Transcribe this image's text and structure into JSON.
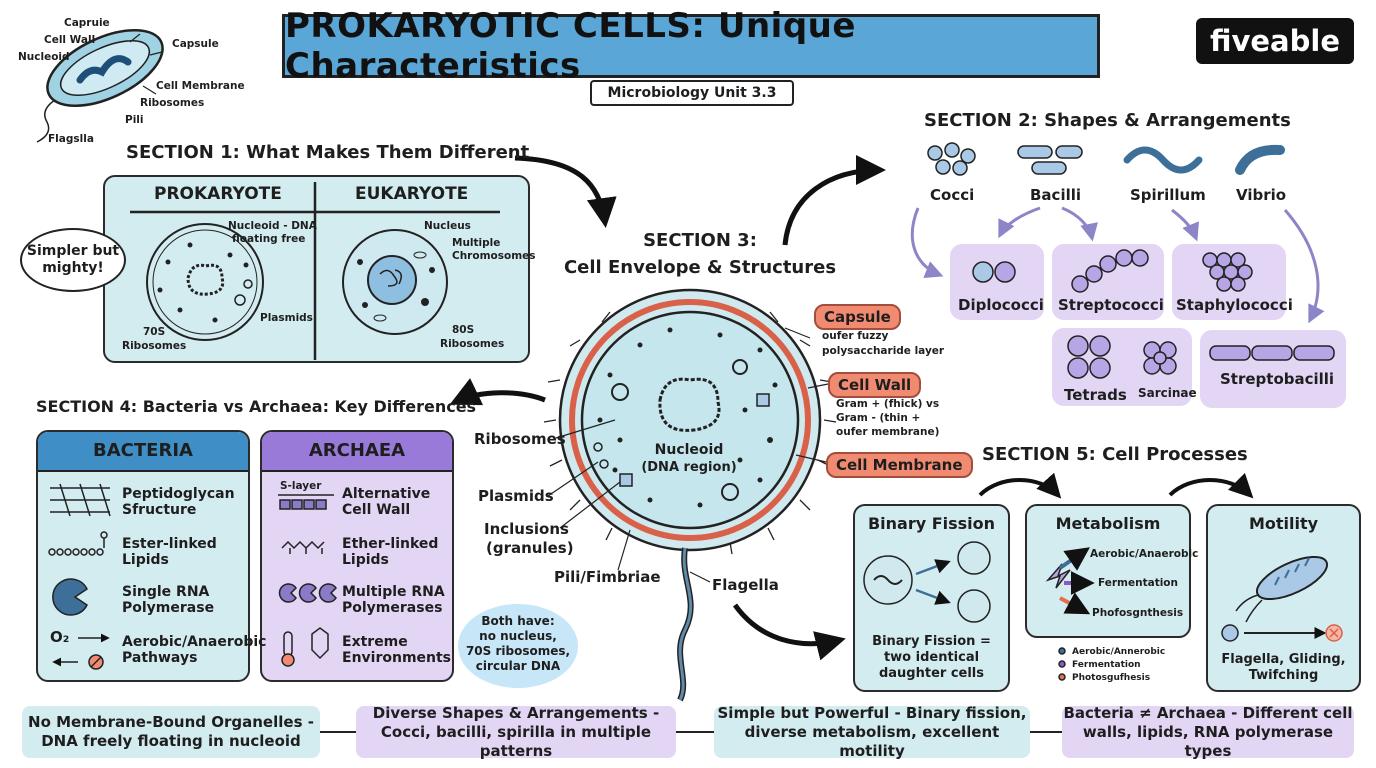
{
  "brand": "fiveable",
  "title": "PROKARYOTIC CELLS: Unique Characteristics",
  "subtitle": "Microbiology Unit 3.3",
  "mini_cell": {
    "labels": [
      "Capruie",
      "Cell Wall",
      "Nucleoid",
      "Capsule",
      "Cell Membrane",
      "Ribosomes",
      "Pili",
      "Flagslla"
    ]
  },
  "section1": {
    "heading": "SECTION 1: What Makes Them Different",
    "col_left": "PROKARYOTE",
    "col_right": "EUKARYOTE",
    "pro_labels": [
      "Nucleoid - DNA",
      "floating free",
      "Plasmids",
      "70S",
      "Ribosomes"
    ],
    "eu_labels": [
      "Nucleus",
      "Multiple",
      "Chromosomes",
      "80S",
      "Ribosomes"
    ],
    "bubble_line1": "Simpler but",
    "bubble_line2": "mighty!"
  },
  "section2": {
    "heading": "SECTION 2: Shapes & Arrangements",
    "shapes": [
      "Cocci",
      "Bacilli",
      "Spirillum",
      "Vibrio"
    ],
    "arrangements": [
      "Diplococci",
      "Streptococci",
      "Staphylococci",
      "Tetrads",
      "Sarcinae",
      "Streptobacilli"
    ]
  },
  "section3": {
    "heading_line1": "SECTION 3:",
    "heading_line2": "Cell Envelope & Structures",
    "nucleoid_line1": "Nucleoid",
    "nucleoid_line2": "(DNA region)",
    "left_labels": [
      "Ribosomes",
      "Plasmids",
      "Inclusions",
      "(granules)",
      "Pili/Fimbriae",
      "Flagella"
    ],
    "capsule": "Capsule",
    "capsule_desc1": "oufer fuzzy",
    "capsule_desc2": "polysaccharide layer",
    "cell_wall": "Cell Wall",
    "wall_desc": [
      "Gram + (fhick) vs",
      "Gram - (thin +",
      "oufer membrane)"
    ],
    "cell_membrane": "Cell Membrane"
  },
  "section4": {
    "heading": "SECTION 4: Bacteria vs Archaea: Key Differences",
    "bacteria_title": "BACTERIA",
    "bacteria_items": [
      [
        "Peptidoglycan",
        "Sfructure"
      ],
      [
        "Ester-linked",
        "Lipids"
      ],
      [
        "Single RNA",
        "Polymerase"
      ],
      [
        "Aerobic/Anaerobic",
        "Pathways"
      ]
    ],
    "o2": "O₂",
    "archaea_title": "ARCHAEA",
    "slayer": "S-layer",
    "archaea_items": [
      [
        "Alternative",
        "Cell Wall"
      ],
      [
        "Ether-linked",
        "Lipids"
      ],
      [
        "Multiple RNA",
        "Polymerases"
      ],
      [
        "Extreme",
        "Environments"
      ]
    ],
    "both": [
      "Both have:",
      "no nucleus,",
      "70S ribosomes,",
      "circular DNA"
    ]
  },
  "section5": {
    "heading": "SECTION 5: Cell Processes",
    "fission_title": "Binary Fission",
    "fission_caption": [
      "Binary Fission =",
      "two identical",
      "daughter cells"
    ],
    "metabolism_title": "Metabolism",
    "metabolism_items": [
      "Aerobic/Anaerobic",
      "Fermentation",
      "Phofosgnthesis"
    ],
    "metabolism_legend": [
      "Aerobic/Annerobic",
      "Fermentation",
      "Photosgufhesis"
    ],
    "motility_title": "Motility",
    "motility_caption": [
      "Flagella, Gliding,",
      "Twifching"
    ]
  },
  "footer": [
    [
      "No Membrane-Bound Organelles -",
      "DNA freely floating in nucleoid"
    ],
    [
      "Diverse Shapes & Arrangements -",
      "Cocci, bacilli, spirilla in multiple patterns"
    ],
    [
      "Simple but Powerful - Binary fission,",
      "diverse metabolism, excellent motility"
    ],
    [
      "Bacteria ≠ Archaea - Different cell",
      "walls, lipids, RNA polymerase types"
    ]
  ],
  "colors": {
    "banner": "#5aa6d6",
    "blue_box": "#d3ecf0",
    "purple_box": "#e3d6f5",
    "tag": "#f08b72",
    "cell": "#bfe3ec"
  }
}
